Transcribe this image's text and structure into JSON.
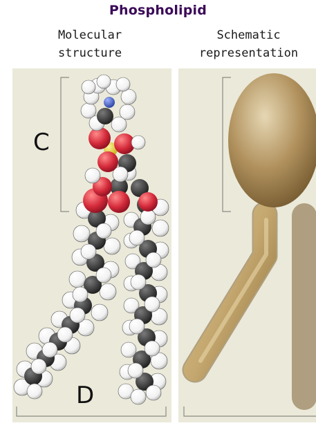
{
  "figure": {
    "title": "Phospholipid",
    "left_caption": "Molecular\nstructure",
    "right_caption": "Schematic\nrepresentation",
    "label_c": "C",
    "label_d": "D"
  },
  "colors": {
    "title": "#3b0a58",
    "panel_background": "#ebe9d9",
    "hydrogen": "#ffffff",
    "carbon": "#3a3a3a",
    "oxygen": "#d42a3a",
    "phosphorus": "#e6d21a",
    "nitrogen": "#3d5ac8",
    "schematic_head": "#a4875a",
    "schematic_tail": "#c2a772"
  }
}
